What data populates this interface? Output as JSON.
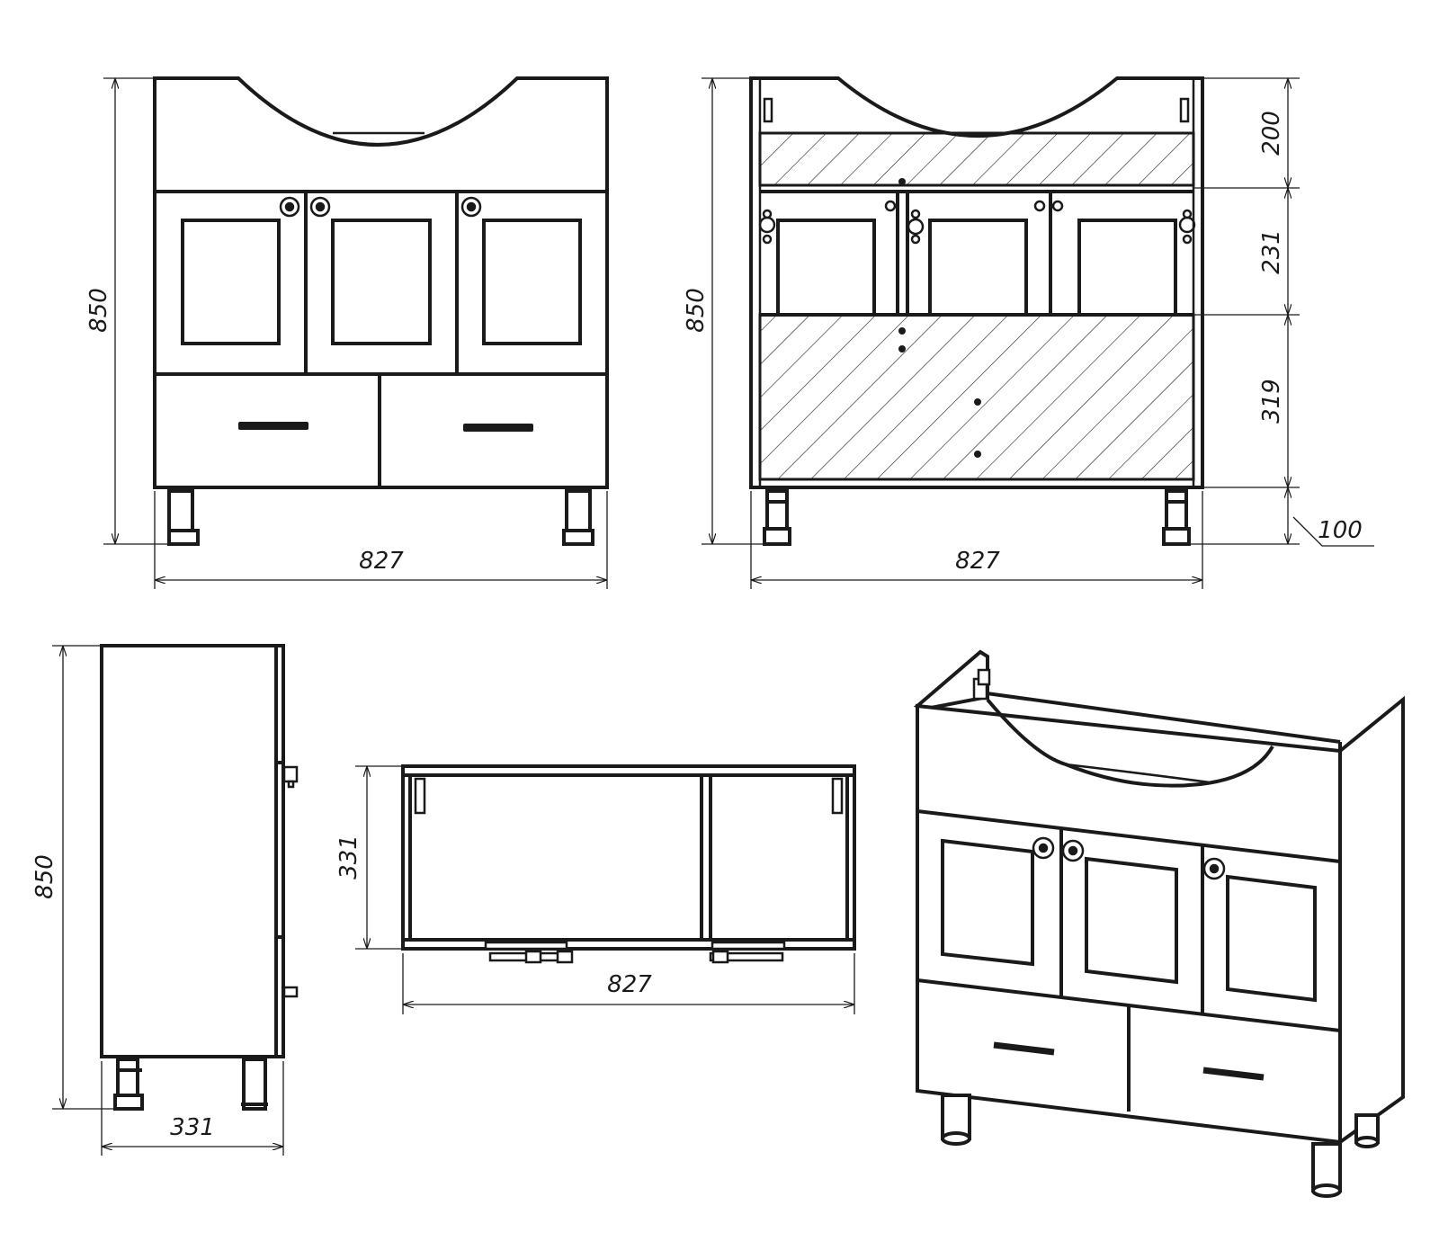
{
  "colors": {
    "line": "#1a1a1a",
    "background": "#ffffff"
  },
  "views": {
    "front": {
      "height_label": "850",
      "width_label": "827"
    },
    "section": {
      "height_label": "850",
      "width_label": "827",
      "top_label": "200",
      "middle_label": "231",
      "lower_label": "319",
      "leg_label": "100"
    },
    "side": {
      "height_label": "850",
      "depth_label": "331"
    },
    "top": {
      "depth_label": "331",
      "width_label": "827"
    }
  }
}
